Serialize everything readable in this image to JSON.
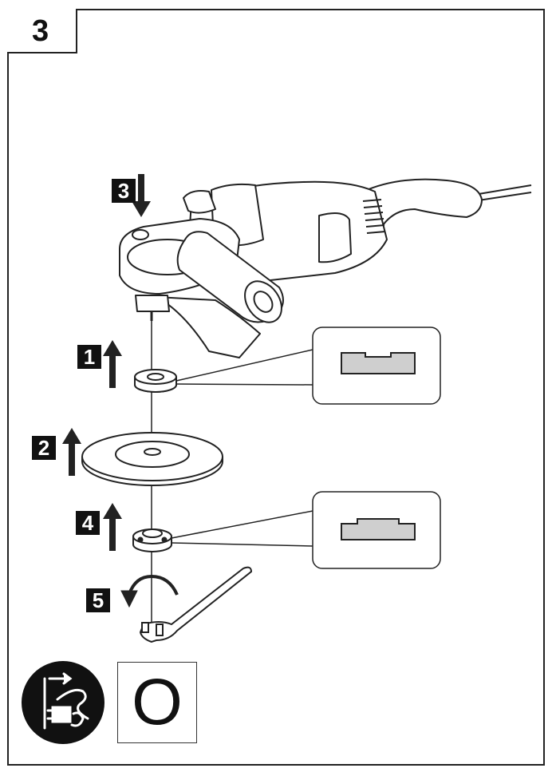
{
  "figure": {
    "number": "3"
  },
  "steps": [
    {
      "label": "1",
      "part": "inner-flange",
      "direction": "up"
    },
    {
      "label": "2",
      "part": "disc",
      "direction": "up"
    },
    {
      "label": "3",
      "part": "spindle-lock-button",
      "direction": "down"
    },
    {
      "label": "4",
      "part": "clamping-nut",
      "direction": "up"
    },
    {
      "label": "5",
      "part": "pin-spanner",
      "direction": "rotate-counterclockwise"
    }
  ],
  "switch_indicator": {
    "text": "O"
  },
  "icons": [
    "angle-grinder-icon",
    "unplug-power-icon",
    "pin-spanner-icon",
    "inner-flange-icon",
    "clamping-nut-icon",
    "grinding-disc-icon"
  ],
  "colors": {
    "ink": "#111111",
    "flange_fill": "#cfcfcf",
    "background": "#ffffff"
  }
}
